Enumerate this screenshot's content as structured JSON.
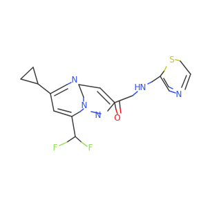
{
  "molecule": {
    "colors": {
      "bond": "#3d3d3d",
      "nitrogen": "#3050f8",
      "oxygen": "#ff0d0d",
      "fluorine": "#90e050",
      "sulfur": "#c6c62c"
    },
    "atom_labels": {
      "n_pyrimidine": "N",
      "n_bridge": "N",
      "n_pyrazole": "N",
      "o_carbonyl": "O",
      "nh_amide": "N",
      "h_amide": "H",
      "s_thiazole": "S",
      "n_thiazole": "N",
      "f_left": "F",
      "f_right": "F"
    }
  }
}
